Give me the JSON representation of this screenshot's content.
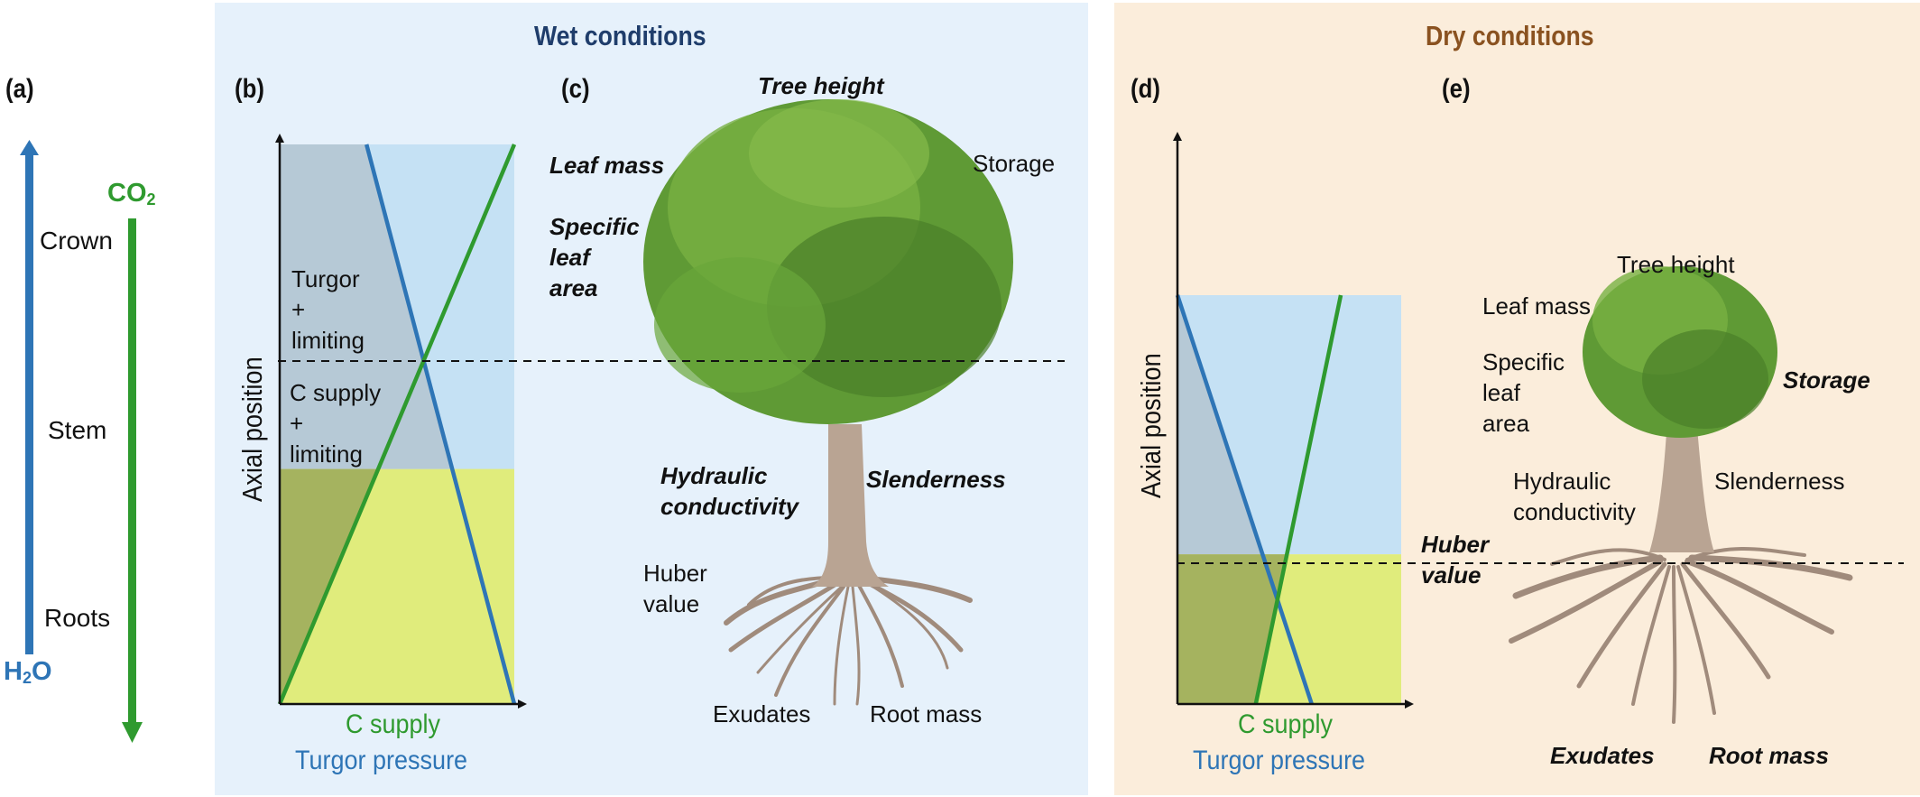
{
  "colors": {
    "water_blue": "#2e75b6",
    "carbon_green": "#2f9a2f",
    "wet_bg": "#e6f1fb",
    "dry_bg": "#fbeddb",
    "wet_title": "#1f3d6b",
    "dry_title": "#8a5220",
    "region_turgor_limited": "#b6c9d6",
    "region_upper": "#c5e1f4",
    "region_csupply_limited": "#a5b35f",
    "region_lower": "#e0ec7c",
    "tree_canopy": "#5f9a35",
    "tree_trunk": "#b9a493",
    "roots": "#a08b7c"
  },
  "panel_a": {
    "label": "(a)",
    "water": {
      "prefix": "H",
      "sub": "2",
      "suffix": "O",
      "direction": "up"
    },
    "carbon": {
      "prefix": "CO",
      "sub": "2",
      "direction": "down"
    },
    "organs": [
      "Crown",
      "Stem",
      "Roots"
    ]
  },
  "wet": {
    "title": "Wet conditions",
    "panel_b": {
      "label": "(b)",
      "ylabel": "Axial position",
      "xlabel_1": "C supply",
      "xlabel_2": "Turgor pressure",
      "region_upper_text": "Turgor\n+\nlimiting",
      "region_lower_text": "C supply\n+\nlimiting"
    },
    "panel_c": {
      "label": "(c)",
      "traits": {
        "tree_height": {
          "text": "Tree height",
          "emphasis": true
        },
        "leaf_mass": {
          "text": "Leaf mass",
          "emphasis": true
        },
        "storage": {
          "text": "Storage",
          "emphasis": false
        },
        "sla": {
          "text": "Specific\nleaf\narea",
          "emphasis": true
        },
        "hydraulic": {
          "text": "Hydraulic\nconductivity",
          "emphasis": true
        },
        "slenderness": {
          "text": "Slenderness",
          "emphasis": true
        },
        "huber": {
          "text": "Huber\nvalue",
          "emphasis": false
        },
        "exudates": {
          "text": "Exudates",
          "emphasis": false
        },
        "root_mass": {
          "text": "Root mass",
          "emphasis": false
        }
      }
    }
  },
  "dry": {
    "title": "Dry conditions",
    "panel_d": {
      "label": "(d)",
      "ylabel": "Axial position",
      "xlabel_1": "C supply",
      "xlabel_2": "Turgor pressure"
    },
    "panel_e": {
      "label": "(e)",
      "traits": {
        "tree_height": {
          "text": "Tree height",
          "emphasis": false
        },
        "leaf_mass": {
          "text": "Leaf mass",
          "emphasis": false
        },
        "storage": {
          "text": "Storage",
          "emphasis": true
        },
        "sla": {
          "text": "Specific\nleaf\narea",
          "emphasis": false
        },
        "hydraulic": {
          "text": "Hydraulic\nconductivity",
          "emphasis": false
        },
        "slenderness": {
          "text": "Slenderness",
          "emphasis": false
        },
        "huber": {
          "text": "Huber\nvalue",
          "emphasis": true
        },
        "exudates": {
          "text": "Exudates",
          "emphasis": true
        },
        "root_mass": {
          "text": "Root mass",
          "emphasis": true
        }
      }
    }
  },
  "chart_data": [
    {
      "type": "line",
      "panel": "(b)",
      "title": "Wet conditions",
      "xlabel": "C supply / Turgor pressure",
      "ylabel": "Axial position",
      "xlim": [
        0,
        1
      ],
      "ylim": [
        0,
        1
      ],
      "shaded_extent_top": 1.0,
      "threshold_axial_position": 0.42,
      "series": [
        {
          "name": "Turgor pressure",
          "color": "#2e75b6",
          "points": [
            [
              0.37,
              1.0
            ],
            [
              1.0,
              0.0
            ]
          ]
        },
        {
          "name": "C supply",
          "color": "#2f9a2f",
          "points": [
            [
              0.0,
              0.0
            ],
            [
              1.0,
              1.0
            ]
          ]
        }
      ],
      "annotations": [
        "Turgor + limiting",
        "C supply + limiting"
      ]
    },
    {
      "type": "line",
      "panel": "(d)",
      "title": "Dry conditions",
      "xlabel": "C supply / Turgor pressure",
      "ylabel": "Axial position",
      "xlim": [
        0,
        1
      ],
      "ylim": [
        0,
        1
      ],
      "shaded_extent_top": 0.71,
      "threshold_axial_position": 0.26,
      "series": [
        {
          "name": "Turgor pressure",
          "color": "#2e75b6",
          "points": [
            [
              0.0,
              0.71
            ],
            [
              0.6,
              0.0
            ]
          ]
        },
        {
          "name": "C supply",
          "color": "#2f9a2f",
          "points": [
            [
              0.35,
              0.0
            ],
            [
              0.73,
              0.71
            ]
          ]
        }
      ],
      "annotations": []
    }
  ]
}
